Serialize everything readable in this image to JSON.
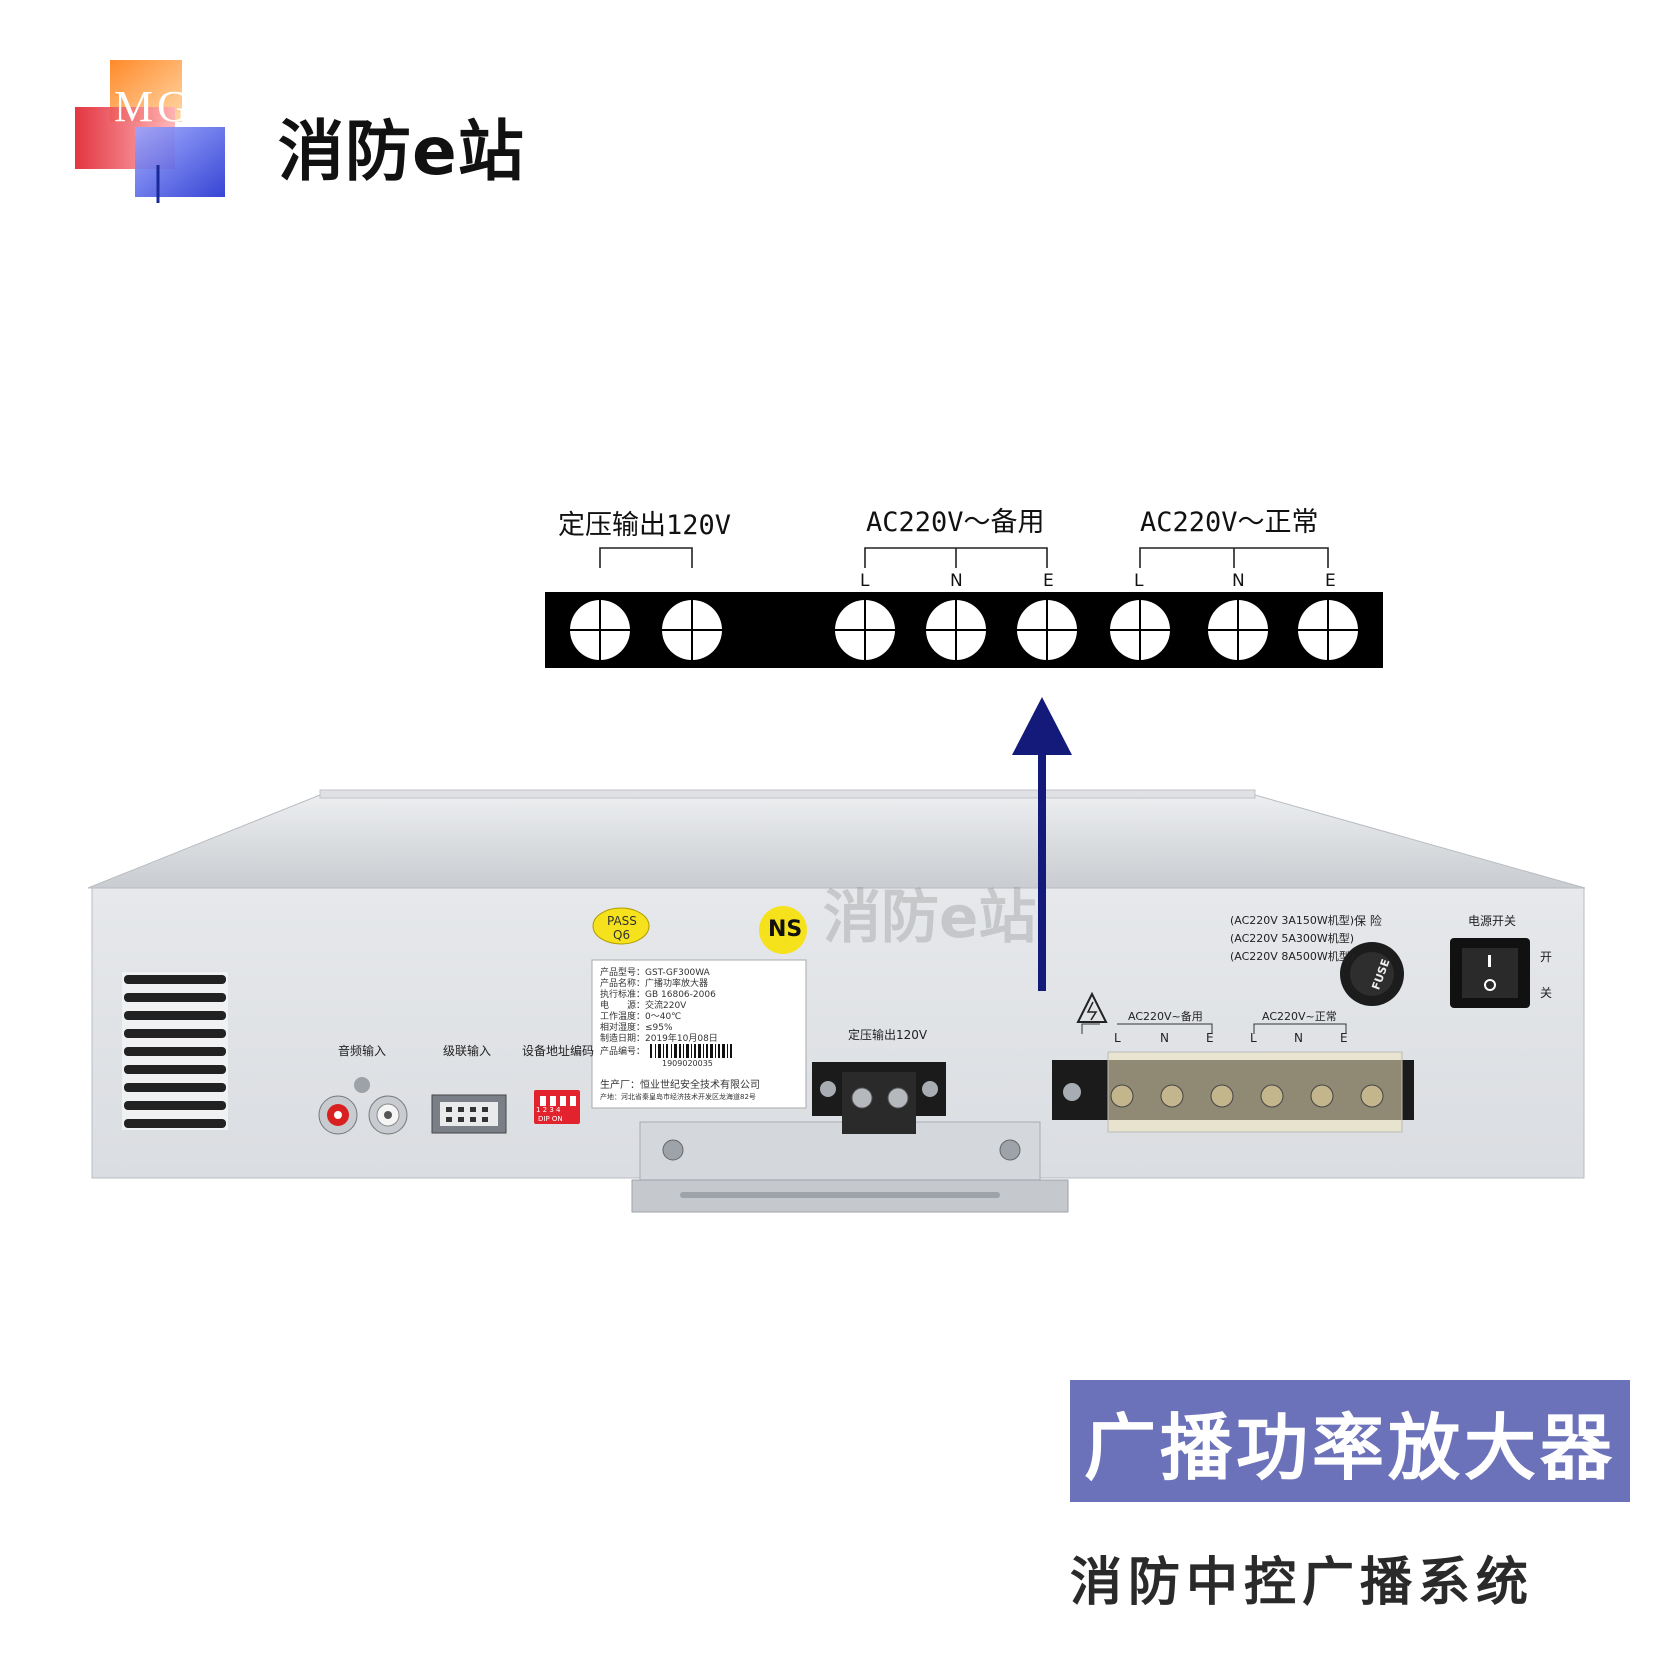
{
  "brand": {
    "logo_letters": "MG",
    "name": "消防e站"
  },
  "terminal_diagram": {
    "output_label": "定压输出120V",
    "backup_label": "AC220V～备用",
    "normal_label": "AC220V～正常",
    "backup_pins": [
      "L",
      "N",
      "E"
    ],
    "normal_pins": [
      "L",
      "N",
      "E"
    ],
    "terminal_count": 8
  },
  "device_panel": {
    "watermark": "消防e站",
    "pass_sticker": [
      "PASS",
      "Q6"
    ],
    "ns_badge": "NS",
    "ports": {
      "audio_in": "音频输入",
      "cascade_in": "级联输入",
      "address_code": "设备地址编码",
      "dip_label": "DIP ON",
      "dip_numbers": "1 2 3 4"
    },
    "nameplate": {
      "lines": [
        "产品型号：GST-GF300WA",
        "产品名称：广播功率放大器",
        "执行标准：GB 16806-2006",
        "电　　源：交流220V",
        "工作温度：0～40℃",
        "相对湿度：≤95%",
        "制造日期：2019年10月08日",
        "产品编号："
      ],
      "serial": "1909020035",
      "manufacturer": "生产厂：恒业世纪安全技术有限公司",
      "address": "产地：河北省秦皇岛市经济技术开发区龙海道82号"
    },
    "output_terminal_label": "定压输出120V",
    "ac_backup_label": "AC220V~备用",
    "ac_normal_label": "AC220V~正常",
    "panel_pins": [
      "L",
      "N",
      "E",
      "L",
      "N",
      "E"
    ],
    "fuse_specs": [
      "(AC220V 3A150W机型)",
      "(AC220V 5A300W机型)",
      "(AC220V 8A500W机型)"
    ],
    "fuse_label": "保 险",
    "fuse_text": "FUSE",
    "power_switch_label": "电源开关",
    "switch_on": "开",
    "switch_off": "关"
  },
  "product": {
    "title": "广播功率放大器",
    "subtitle": "消防中控广播系统"
  },
  "colors": {
    "arrow": "#141a7a",
    "title_bg": "#6b72b9",
    "panel": "#e3e5e8"
  }
}
